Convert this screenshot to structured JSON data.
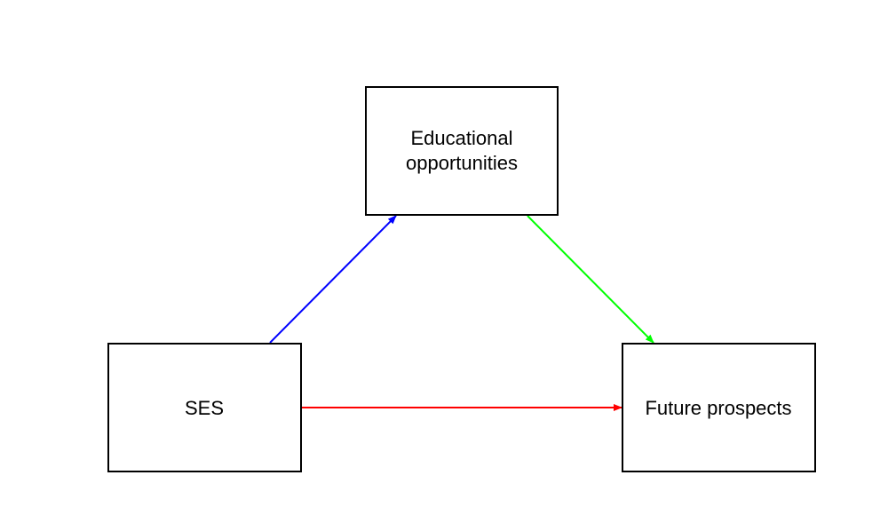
{
  "nodes": {
    "education": {
      "line1": "Educational",
      "line2": "opportunities"
    },
    "ses": {
      "label": "SES"
    },
    "future": {
      "label": "Future prospects"
    }
  },
  "edges": {
    "ses_to_education": {
      "color": "#0000ff"
    },
    "education_to_future": {
      "color": "#00ff00"
    },
    "ses_to_future": {
      "color": "#ff0000"
    }
  }
}
